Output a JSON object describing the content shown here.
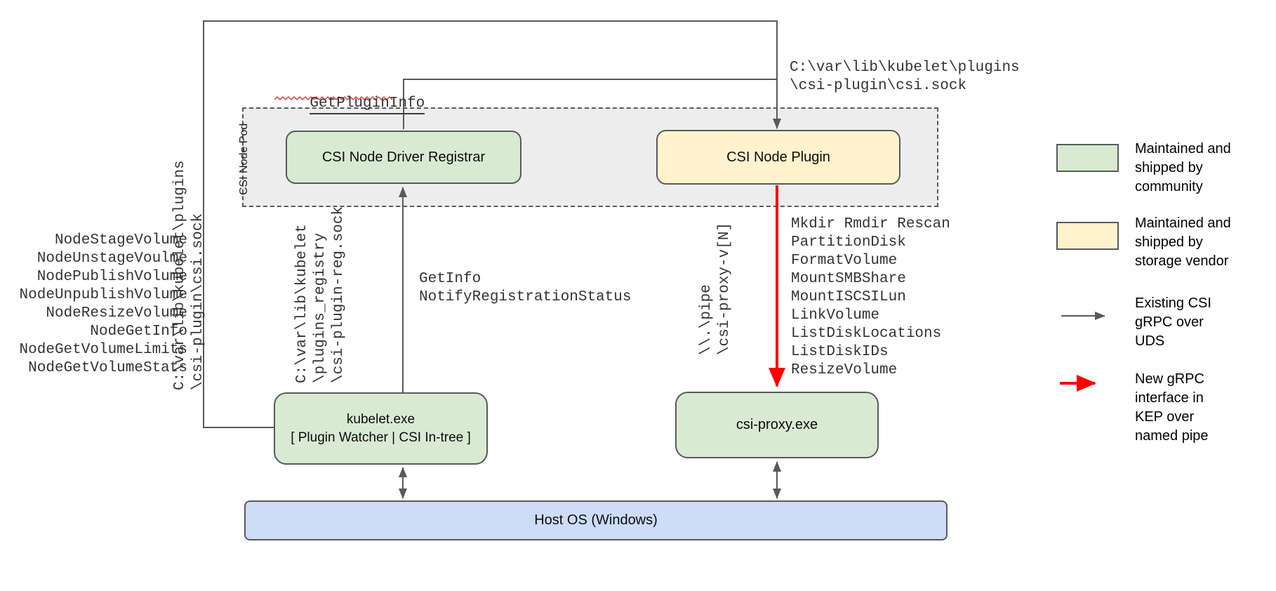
{
  "colors": {
    "community_green": "#d9ead3",
    "vendor_yellow": "#fff2cc",
    "host_blue": "#cddcf7",
    "connector_gray": "#595959",
    "new_interface_red": "#fe0000"
  },
  "pod": {
    "label": "CSI Node Pod"
  },
  "boxes": {
    "registrar": {
      "label": "CSI Node Driver Registrar"
    },
    "plugin": {
      "label": "CSI Node Plugin"
    },
    "kubelet": {
      "line1": "kubelet.exe",
      "line2": "[ Plugin Watcher | CSI In-tree ]"
    },
    "csi_proxy": {
      "label": "csi-proxy.exe"
    },
    "host_os": {
      "label": "Host OS (Windows)"
    }
  },
  "labels": {
    "get_plugin_info": "GetPluginInfo",
    "plugin_sock_path_top": "C:\\var\\lib\\kubelet\\plugins\n\\csi-plugin\\csi.sock",
    "plugin_sock_path_left": "C:\\var\\lib\\kubelet\\plugins\n\\csi-plugin\\csi.sock",
    "registrar_sock_path": "C:\\var\\lib\\kubelet\n\\plugins_registry\n\\csi-plugin-reg.sock",
    "named_pipe_path": "\\\\.\\pipe\n\\csi-proxy-v[N]"
  },
  "node_methods": [
    "NodeStageVolume",
    "NodeUnstageVoulme",
    "NodePublishVolume",
    "NodeUnpublishVolume",
    "NodeResizeVolume",
    "NodeGetInfo",
    "NodeGetVolumeLimits",
    "NodeGetVolumeStats"
  ],
  "registration_methods": [
    "GetInfo",
    "NotifyRegistrationStatus"
  ],
  "proxy_methods": [
    "Mkdir Rmdir Rescan",
    "PartitionDisk",
    "FormatVolume",
    "MountSMBShare",
    "MountISCSILun",
    "LinkVolume",
    "ListDiskLocations",
    "ListDiskIDs",
    "ResizeVolume"
  ],
  "legend": {
    "items": [
      {
        "swatch": "community-green-box",
        "label": "Maintained and\nshipped by\ncommunity"
      },
      {
        "swatch": "vendor-yellow-box",
        "label": "Maintained and\nshipped by\nstorage vendor"
      },
      {
        "swatch": "gray-arrow",
        "label": "Existing CSI\ngRPC over\nUDS"
      },
      {
        "swatch": "red-arrow",
        "label": "New gRPC\ninterface in\nKEP over\nnamed pipe"
      }
    ]
  }
}
